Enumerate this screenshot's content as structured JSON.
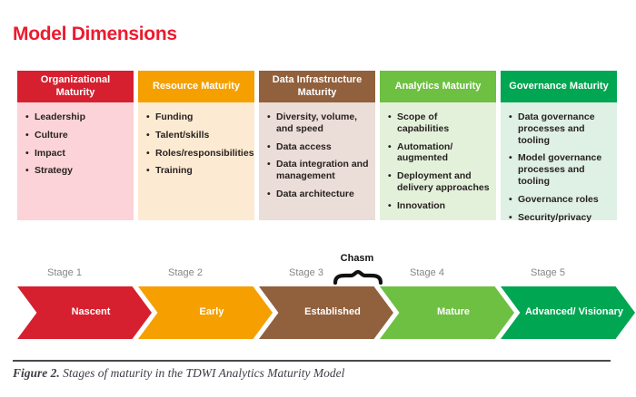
{
  "page": {
    "title": "Model Dimensions",
    "title_color": "#EC1B2E"
  },
  "columns": [
    {
      "header": "Organizational Maturity",
      "header_color": "#D6202F",
      "body_color": "#FBD3D8",
      "items": [
        "Leadership",
        "Culture",
        "Impact",
        "Strategy"
      ]
    },
    {
      "header": "Resource Maturity",
      "header_color": "#F5A000",
      "body_color": "#FDEAD2",
      "items": [
        "Funding",
        "Talent/skills",
        "Roles/responsibilities",
        "Training"
      ]
    },
    {
      "header": "Data Infrastructure Maturity",
      "header_color": "#91603C",
      "body_color": "#EBDDD7",
      "items": [
        "Diversity, volume, and speed",
        "Data access",
        "Data integration and management",
        "Data architecture"
      ]
    },
    {
      "header": "Analytics Maturity",
      "header_color": "#6EC043",
      "body_color": "#E3F1DB",
      "items": [
        "Scope of capabilities",
        "Automation/ augmented",
        "Deployment and delivery approaches",
        "Innovation"
      ]
    },
    {
      "header": "Governance Maturity",
      "header_color": "#00A651",
      "body_color": "#DFF0E5",
      "items": [
        "Data governance processes and tooling",
        "Model governance processes and tooling",
        "Governance roles",
        "Security/privacy"
      ]
    }
  ],
  "stages": [
    {
      "label": "Stage 1",
      "name": "Nascent",
      "color": "#D6202F"
    },
    {
      "label": "Stage 2",
      "name": "Early",
      "color": "#F5A000"
    },
    {
      "label": "Stage 3",
      "name": "Established",
      "color": "#91603C"
    },
    {
      "label": "Stage 4",
      "name": "Mature",
      "color": "#6EC043"
    },
    {
      "label": "Stage 5",
      "name": "Advanced/ Visionary",
      "color": "#00A651"
    }
  ],
  "chasm": {
    "label": "Chasm"
  },
  "caption": {
    "prefix": "Figure 2.",
    "text": " Stages of maturity in the TDWI Analytics Maturity Model"
  }
}
